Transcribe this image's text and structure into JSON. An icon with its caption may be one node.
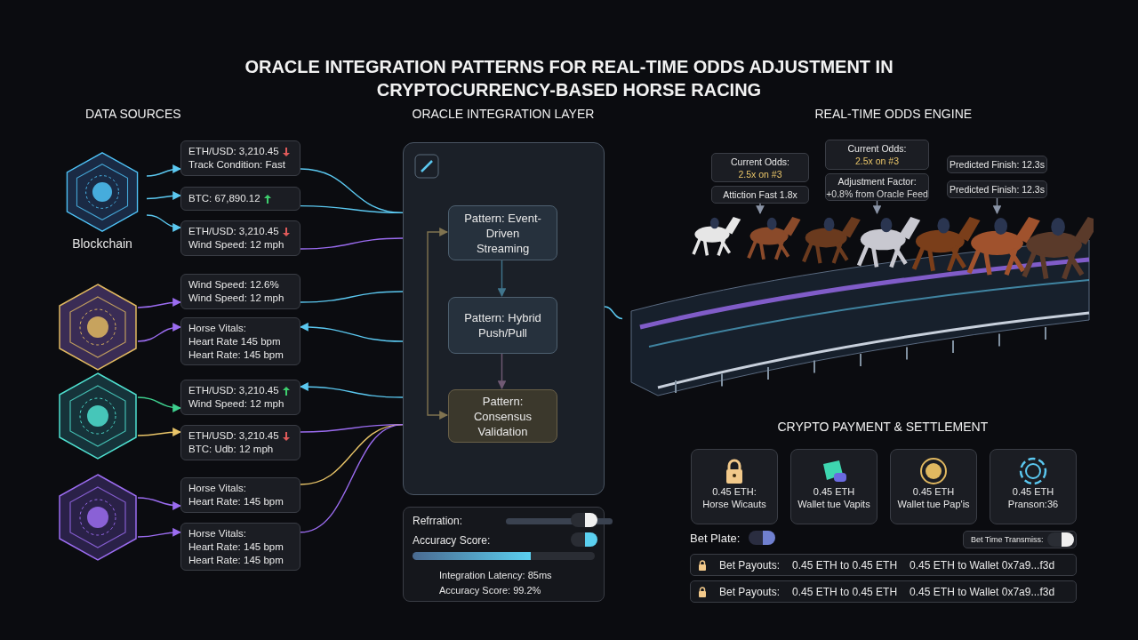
{
  "diagram": {
    "title": "ORACLE INTEGRATION PATTERNS FOR REAL-TIME ODDS ADJUSTMENT IN CRYPTOCURRENCY-BASED HORSE RACING",
    "nodes": [
      {
        "text": [
          "Blockchain"
        ]
      },
      {
        "text": [],
        "shape": "hexagon"
      },
      {
        "text": [],
        "shape": "hexagon"
      },
      {
        "text": [],
        "shape": "hexagon"
      },
      {
        "text": [
          "ETH/USD: 3,210.45",
          "Track Condition: Fast"
        ]
      },
      {
        "text": [
          "BTC: 67,890.12"
        ]
      },
      {
        "text": [
          "ETH/USD: 3,210.45",
          "Wind Speed: 12 mph"
        ]
      },
      {
        "text": [
          "Wind Speed: 12.6%",
          "Wind Speed: 12 mph"
        ]
      },
      {
        "text": [
          "Horse Vitals:",
          "Heart Rate 145 bpm",
          "Heart Rate: 145 bpm"
        ]
      },
      {
        "text": [
          "ETH/USD: 3,210.45",
          "Wind Speed: 12 mph"
        ]
      },
      {
        "text": [
          "ETH/USD: 3,210.45",
          "BTC: Udb: 12 mph"
        ]
      },
      {
        "text": [
          "Horse Vitals:",
          "Heart Rate: 145 bpm"
        ]
      },
      {
        "text": [
          "Horse Vitals:",
          "Heart Rate: 145 bpm",
          "Heart Rate: 145 bpm"
        ]
      },
      {
        "text": [],
        "shape": "box"
      },
      {
        "text": [
          "Pattern: Event-Driven Streaming"
        ],
        "in": 13
      },
      {
        "text": [
          "Pattern: Hybrid Push/Pull"
        ],
        "in": 13
      },
      {
        "text": [
          "Pattern: Consensus Validation"
        ],
        "in": 13
      },
      {
        "text": [],
        "shape": "picture"
      },
      {
        "text": [
          "Current Odds:",
          "2.5x on #3"
        ]
      },
      {
        "text": [
          "Attiction Fast 1.8x"
        ]
      },
      {
        "text": [
          "Current Odds:",
          "2.5x on #3"
        ]
      },
      {
        "text": [
          "Adjustment Factor:",
          "+0.8% from Oracle Feed"
        ]
      },
      {
        "text": [
          "Predicted Finish: 12.3s"
        ]
      },
      {
        "text": [
          "Predicted Finish: 12.3s"
        ]
      },
      {
        "text": [
          "Refrration:",
          "Accuracy Score:",
          "Integration Latency: 85ms",
          "Accuracy Score: 99.2%"
        ]
      },
      {
        "text": [
          "0.45 ETH:",
          "Horse Wicauts"
        ]
      },
      {
        "text": [
          "0.45 ETH",
          "Wallet tue Vapits"
        ]
      },
      {
        "text": [
          "0.45 ETH",
          "Wallet tue Pap'is"
        ]
      },
      {
        "text": [
          "0.45 ETH",
          "Pranson:36"
        ]
      },
      {
        "text": [
          "Bet Payouts:",
          "0.45 ETH to 0.45 ETH",
          "0.45 ETH to Wallet 0x7a9...f3d"
        ]
      },
      {
        "text": [
          "Bet Payouts:",
          "0.45 ETH to 0.45 ETH",
          "0.45 ETH to Wallet 0x7a9...f3d"
        ]
      },
      {
        "text": [
          "Bet Time Transmiss:"
        ]
      }
    ],
    "edges": [
      {
        "from": 0,
        "to": 4,
        "arrow": "to"
      },
      {
        "from": 0,
        "to": 5,
        "arrow": "to"
      },
      {
        "from": 0,
        "to": 6,
        "arrow": "to"
      },
      {
        "from": 1,
        "to": 7,
        "arrow": "to",
        "color": "#9b6cf0"
      },
      {
        "from": 1,
        "to": 8,
        "arrow": "to",
        "color": "#9b6cf0"
      },
      {
        "from": 2,
        "to": 9,
        "arrow": "to",
        "color": "#3ecf8e"
      },
      {
        "from": 2,
        "to": 10,
        "arrow": "to",
        "color": "#e8c468"
      },
      {
        "from": 3,
        "to": 11,
        "arrow": "to",
        "color": "#9b6cf0"
      },
      {
        "from": 3,
        "to": 12,
        "arrow": "to",
        "color": "#9b6cf0"
      },
      {
        "from": 4,
        "to": 13,
        "arrow": "none"
      },
      {
        "from": 5,
        "to": 13,
        "arrow": "none"
      },
      {
        "from": 6,
        "to": 13,
        "arrow": "none",
        "color": "#9b6cf0"
      },
      {
        "from": 7,
        "to": 13,
        "arrow": "none"
      },
      {
        "from": 13,
        "to": 8,
        "arrow": "to"
      },
      {
        "from": 13,
        "to": 9,
        "arrow": "to"
      },
      {
        "from": 10,
        "to": 13,
        "arrow": "none",
        "color": "#9b6cf0"
      },
      {
        "from": 11,
        "to": 13,
        "arrow": "none",
        "color": "#e8c468"
      },
      {
        "from": 12,
        "to": 13,
        "arrow": "none",
        "color": "#9b6cf0"
      },
      {
        "from": 13,
        "to": 17,
        "arrow": "none"
      },
      {
        "from": 14,
        "to": 15,
        "arrow": "to"
      },
      {
        "from": 15,
        "to": 16,
        "arrow": "to",
        "color": "#c58ab8"
      },
      {
        "from": 16,
        "to": 14,
        "arrow": "both",
        "color": "#e8c468"
      },
      {
        "from": 19,
        "to": 17,
        "arrow": "to",
        "color": "#8a94a6"
      },
      {
        "from": 21,
        "to": 17,
        "arrow": "to",
        "color": "#8a94a6"
      },
      {
        "from": 23,
        "to": 17,
        "arrow": "to",
        "color": "#8a94a6"
      }
    ],
    "labels": [
      "DATA SOURCES",
      "ORACLE INTEGRATION LAYER",
      "REAL-TIME ODDS ENGINE",
      "CRYPTO PAYMENT & SETTLEMENT",
      "Bet Plate:"
    ]
  }
}
